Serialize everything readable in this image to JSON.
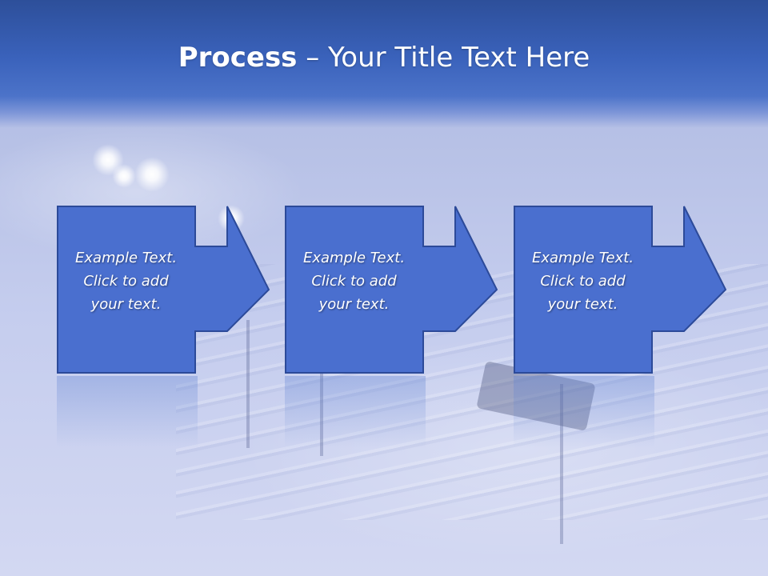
{
  "title": {
    "bold": "Process",
    "rest": " – Your Title Text Here"
  },
  "steps": [
    {
      "line1": "Example Text.",
      "line2": "Click  to add",
      "line3": "your text."
    },
    {
      "line1": "Example Text.",
      "line2": "Click  to add",
      "line3": "your text."
    },
    {
      "line1": "Example Text.",
      "line2": "Click  to add",
      "line3": "your text."
    }
  ],
  "colors": {
    "title_band": "#3a62bb",
    "shape_fill": "#4a6fcf",
    "shape_border": "#2c4a99",
    "text": "#ffffff"
  },
  "icons": [
    "arrow-right-icon"
  ]
}
